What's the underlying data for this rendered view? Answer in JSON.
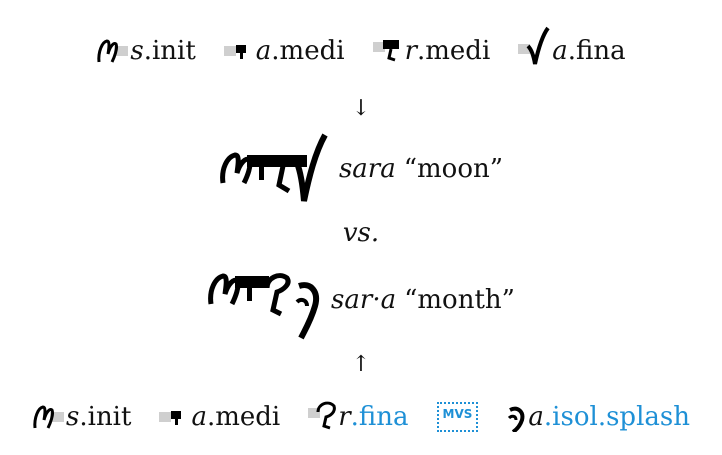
{
  "top_row": [
    {
      "glyph": "s-init-glyph",
      "base": "s",
      "feat": ".init",
      "feat_blue": false
    },
    {
      "glyph": "a-medi-glyph",
      "base": "a",
      "feat": ".medi",
      "feat_blue": false
    },
    {
      "glyph": "r-medi-glyph",
      "base": "r",
      "feat": ".medi",
      "feat_blue": false
    },
    {
      "glyph": "a-fina-glyph",
      "base": "a",
      "feat": ".fina",
      "feat_blue": false
    }
  ],
  "arrow_down": "↓",
  "word1": {
    "translit": "sara",
    "gloss": "“moon”"
  },
  "vs": "vs.",
  "word2": {
    "translit": "sar·a",
    "gloss": "“month”"
  },
  "arrow_up": "↑",
  "bottom_row": [
    {
      "glyph": "s-init-glyph",
      "base": "s",
      "feat": ".init",
      "feat_blue": false
    },
    {
      "glyph": "a-medi-glyph",
      "base": "a",
      "feat": ".medi",
      "feat_blue": false
    },
    {
      "glyph": "r-fina-glyph",
      "base": "r",
      "feat": ".fina",
      "feat_blue": true
    },
    {
      "glyph": "mvs-box",
      "label": "MVS"
    },
    {
      "glyph": "a-isol-splash-glyph",
      "base": "a",
      "feat": ".isol.splash",
      "feat_blue": true
    }
  ],
  "colors": {
    "accent": "#1e90d6",
    "text": "#111111",
    "gray": "#cfcfcf"
  }
}
